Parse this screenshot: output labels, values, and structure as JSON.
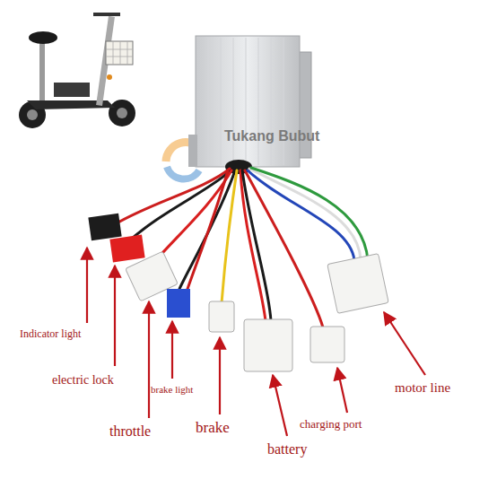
{
  "diagram": {
    "labels": [
      "Tukang Bubut",
      "Indicator light",
      "electric lock",
      "brake light",
      "motor line",
      "charging port",
      "throttle",
      "brake",
      "battery"
    ]
  }
}
